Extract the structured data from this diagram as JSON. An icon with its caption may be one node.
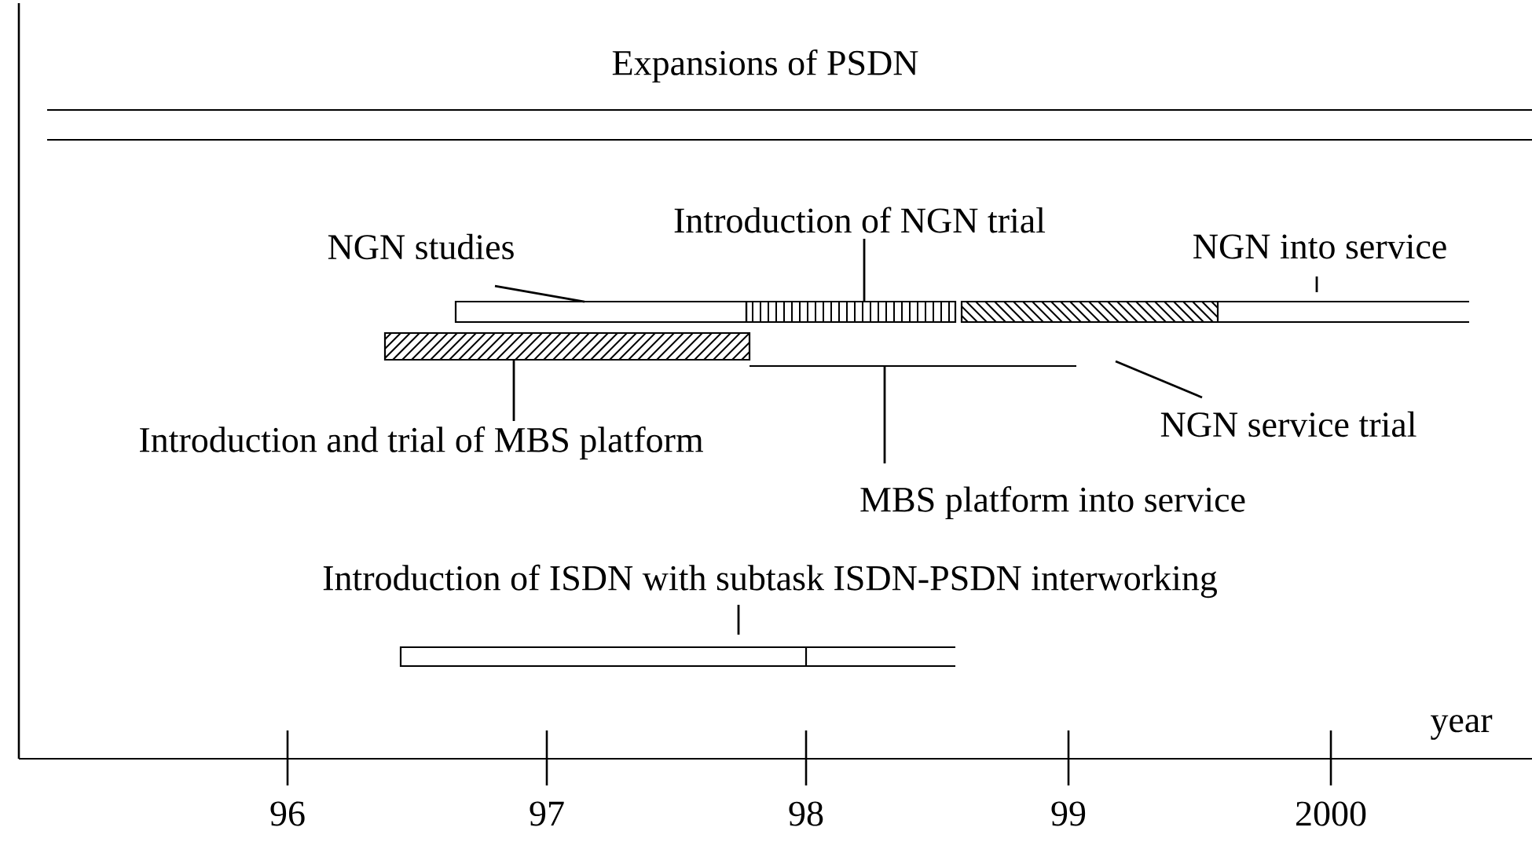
{
  "diagram": {
    "title": "Expansions of PSDN",
    "nodes": [
      {
        "text": [
          "NGN studies"
        ]
      },
      {
        "text": [
          "Introduction of NGN trial"
        ]
      },
      {
        "text": [
          "NGN into service"
        ]
      },
      {
        "text": [],
        "shape": "bar"
      },
      {
        "text": [],
        "shape": "bar"
      },
      {
        "text": [],
        "shape": "bar"
      },
      {
        "text": [],
        "shape": "bar"
      },
      {
        "text": [],
        "shape": "bar"
      },
      {
        "text": [],
        "shape": "bar"
      },
      {
        "text": [
          "Introduction and trial of MBS platform"
        ]
      },
      {
        "text": [
          "NGN service trial"
        ]
      },
      {
        "text": [
          "MBS platform into service"
        ]
      },
      {
        "text": [
          "Introduction of ISDN with subtask ISDN-PSDN interworking"
        ]
      },
      {
        "text": [],
        "shape": "bar"
      },
      {
        "text": [],
        "shape": "bar"
      }
    ],
    "edges": [
      {
        "from": 0,
        "to": 3,
        "arrow": "none"
      },
      {
        "from": 1,
        "to": 4,
        "arrow": "none"
      },
      {
        "from": 2,
        "to": 6,
        "arrow": "none"
      },
      {
        "from": 9,
        "to": 7,
        "arrow": "none"
      },
      {
        "from": 10,
        "to": 5,
        "arrow": "none"
      },
      {
        "from": 11,
        "to": 8,
        "arrow": "none"
      },
      {
        "from": 12,
        "to": 13,
        "arrow": "none"
      }
    ],
    "labels": [
      "year",
      "96",
      "97",
      "98",
      "99",
      "2000"
    ]
  }
}
